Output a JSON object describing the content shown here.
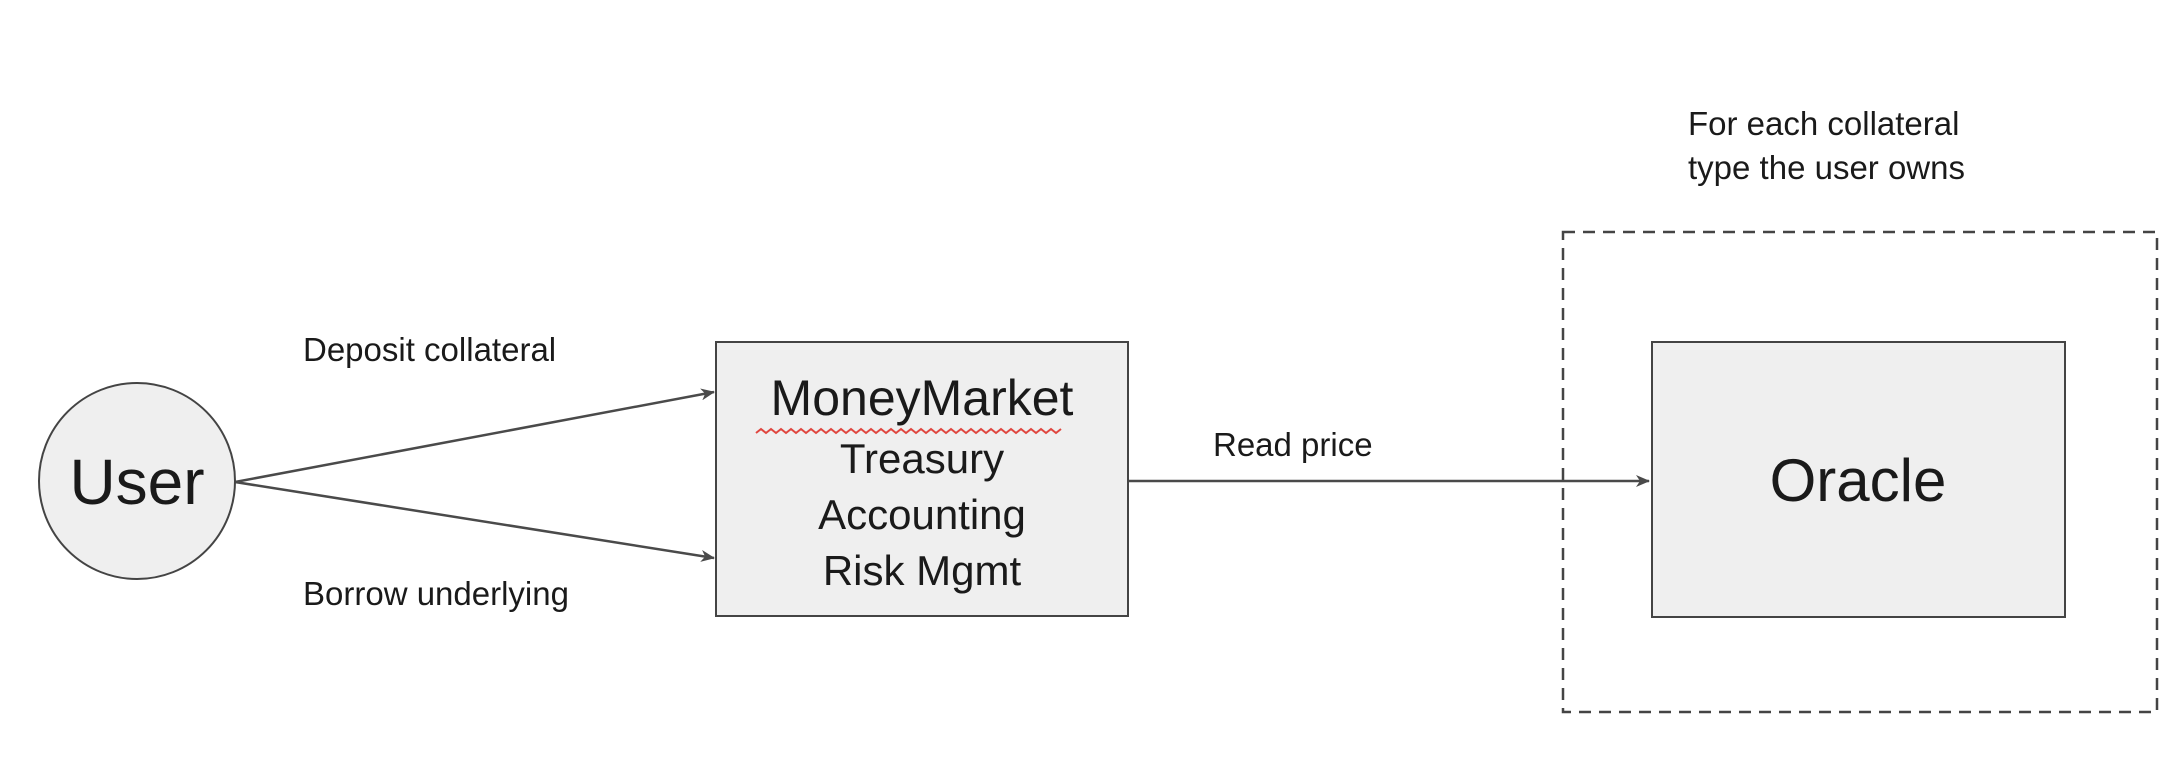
{
  "nodes": {
    "user": {
      "label": "User"
    },
    "money_market": {
      "title": "MoneyMarket",
      "lines": [
        "Treasury",
        "Accounting",
        "Risk Mgmt"
      ]
    },
    "oracle": {
      "label": "Oracle"
    }
  },
  "group": {
    "caption_lines": [
      "For each collateral",
      "type the user owns"
    ]
  },
  "edges": {
    "deposit": {
      "label": "Deposit collateral"
    },
    "borrow": {
      "label": "Borrow underlying"
    },
    "read_price": {
      "label": "Read price"
    }
  },
  "colors": {
    "node_fill": "#efefef",
    "stroke": "#444444",
    "arrow": "#4a4a4a",
    "spellcheck_underline": "#e0463f"
  }
}
